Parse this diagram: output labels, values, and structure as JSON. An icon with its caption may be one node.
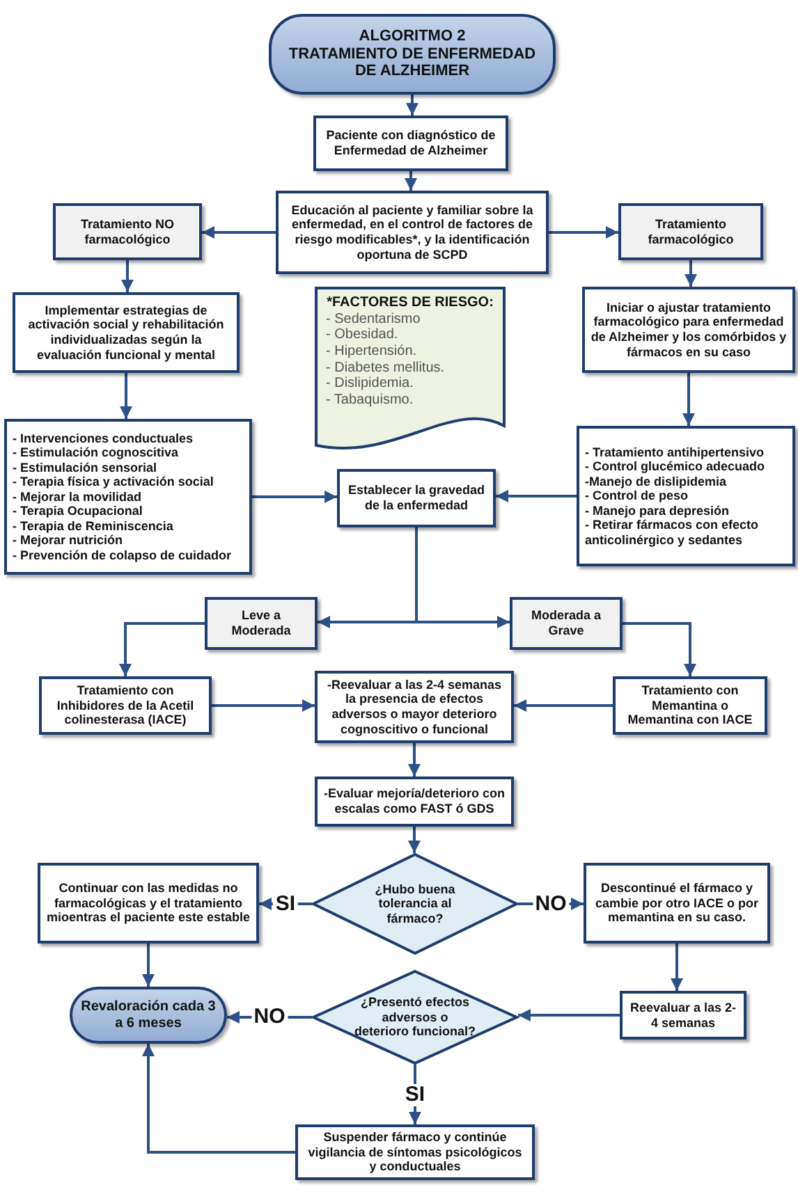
{
  "diagram": {
    "nodes": [
      {
        "text": [
          "ALGORITMO 2",
          "TRATAMIENTO DE ENFERMEDAD DE ALZHEIMER"
        ]
      },
      {
        "text": [
          "Paciente con diagnóstico de Enfermedad de Alzheimer"
        ]
      },
      {
        "text": [
          "Educación al paciente y familiar sobre la enfermedad, en el control de factores de riesgo modificables*, y la identificación oportuna de SCPD"
        ]
      },
      {
        "text": [
          "Tratamiento NO farmacológico"
        ]
      },
      {
        "text": [
          "Tratamiento farmacológico"
        ]
      },
      {
        "text": [
          "Implementar estrategias de activación social y rehabilitación individualizadas según la evaluación funcional y mental"
        ]
      },
      {
        "text": [
          "*FACTORES DE RIESGO:",
          "- Sedentarismo",
          "- Obesidad.",
          "- Hipertensión.",
          "- Diabetes mellitus.",
          "- Dislipidemia.",
          "- Tabaquismo."
        ]
      },
      {
        "text": [
          "Iniciar o ajustar tratamiento farmacológico para enfermedad de Alzheimer y los comórbidos y fármacos en su caso"
        ]
      },
      {
        "text": [
          "- Intervenciones conductuales",
          "- Estimulación cognoscitiva",
          "- Estimulación sensorial",
          "- Terapia física y activación social",
          "- Mejorar la movilidad",
          "- Terapia Ocupacional",
          "- Terapia de Reminiscencia",
          "- Mejorar nutrición",
          "- Prevención de colapso de cuidador"
        ]
      },
      {
        "text": [
          "Establecer la gravedad de la enfermedad"
        ]
      },
      {
        "text": [
          "- Tratamiento antihipertensivo",
          "- Control glucémico adecuado",
          "-Manejo de dislipidemia",
          "- Control de peso",
          "- Manejo para depresión",
          "- Retirar fármacos con efecto anticolinérgico y sedantes"
        ]
      },
      {
        "text": [
          "Leve a Moderada"
        ]
      },
      {
        "text": [
          "Moderada a Grave"
        ]
      },
      {
        "text": [
          "Tratamiento con Inhibidores de la Acetil colinesterasa (IACE)"
        ]
      },
      {
        "text": [
          "-Reevaluar a las 2-4 semanas la presencia de efectos adversos o mayor deterioro cognoscitivo o funcional"
        ]
      },
      {
        "text": [
          "Tratamiento con Memantina o Memantina con IACE"
        ]
      },
      {
        "text": [
          "-Evaluar mejoría/deterioro con escalas como FAST ó GDS"
        ]
      },
      {
        "text": [
          "¿Hubo buena tolerancia al fármaco?"
        ]
      },
      {
        "text": [
          "Continuar con las medidas no farmacológicas y el tratamiento mioentras el paciente este estable"
        ]
      },
      {
        "text": [
          "Descontinué el fármaco y cambie por otro IACE o por memantina en su caso."
        ]
      },
      {
        "text": [
          "Revaloración cada 3 a 6 meses"
        ]
      },
      {
        "text": [
          "¿Presentó efectos adversos o deterioro funcional?"
        ]
      },
      {
        "text": [
          "Reevaluar a las 2-4 semanas"
        ]
      },
      {
        "text": [
          "Suspender fármaco y continúe vigilancia de síntomas psicológicos y conductuales"
        ]
      }
    ],
    "edges": [
      {
        "from": 0,
        "to": 1,
        "arrow": "to"
      },
      {
        "from": 1,
        "to": 2,
        "arrow": "to"
      },
      {
        "from": 2,
        "to": 3,
        "arrow": "to"
      },
      {
        "from": 2,
        "to": 4,
        "arrow": "to"
      },
      {
        "from": 3,
        "to": 5,
        "arrow": "to"
      },
      {
        "from": 4,
        "to": 7,
        "arrow": "to"
      },
      {
        "from": 5,
        "to": 8,
        "arrow": "to"
      },
      {
        "from": 7,
        "to": 10,
        "arrow": "to"
      },
      {
        "from": 8,
        "to": 9,
        "arrow": "to"
      },
      {
        "from": 10,
        "to": 9,
        "arrow": "to"
      },
      {
        "from": 9,
        "to": 11,
        "arrow": "to"
      },
      {
        "from": 9,
        "to": 12,
        "arrow": "to"
      },
      {
        "from": 11,
        "to": 13,
        "arrow": "to"
      },
      {
        "from": 12,
        "to": 15,
        "arrow": "to"
      },
      {
        "from": 13,
        "to": 14,
        "arrow": "to"
      },
      {
        "from": 15,
        "to": 14,
        "arrow": "to"
      },
      {
        "from": 14,
        "to": 16,
        "arrow": "to"
      },
      {
        "from": 16,
        "to": 17,
        "arrow": "to"
      },
      {
        "from": 17,
        "to": 18,
        "arrow": "to",
        "label": "SI"
      },
      {
        "from": 17,
        "to": 19,
        "arrow": "to",
        "label": "NO"
      },
      {
        "from": 18,
        "to": 20,
        "arrow": "to"
      },
      {
        "from": 19,
        "to": 22,
        "arrow": "to"
      },
      {
        "from": 22,
        "to": 21,
        "arrow": "to"
      },
      {
        "from": 21,
        "to": 20,
        "arrow": "to",
        "label": "NO"
      },
      {
        "from": 21,
        "to": 23,
        "arrow": "to",
        "label": "SI"
      },
      {
        "from": 23,
        "to": 20,
        "arrow": "to"
      }
    ]
  }
}
